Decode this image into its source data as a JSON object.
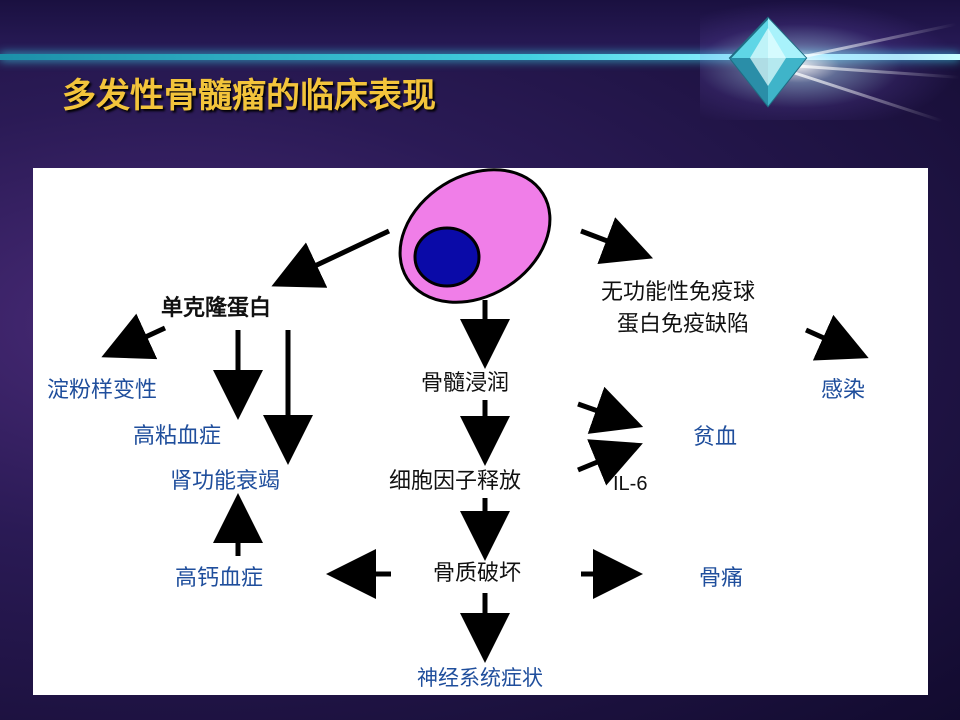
{
  "slide": {
    "title": "多发性骨髓瘤的临床表现"
  },
  "diagram": {
    "nodes": {
      "monoclonal": "单克隆蛋白",
      "amyloid": "淀粉样变性",
      "hyperviscosity": "高粘血症",
      "renal": "肾功能衰竭",
      "hypercalcemia": "高钙血症",
      "marrow_infiltration": "骨髓浸润",
      "cytokine_release": "细胞因子释放",
      "bone_destruction": "骨质破坏",
      "neuro": "神经系统症状",
      "immunodeficiency_line1": "无功能性免疫球",
      "immunodeficiency_line2": "蛋白免疫缺陷",
      "infection": "感染",
      "anemia": "贫血",
      "il6": "IL-6",
      "bone_pain": "骨痛"
    },
    "colors": {
      "cell_body": "#f07ee8",
      "cell_nucleus": "#0a0aa8",
      "outcome_text": "#1f4e9c",
      "title": "#f3c43b"
    }
  }
}
